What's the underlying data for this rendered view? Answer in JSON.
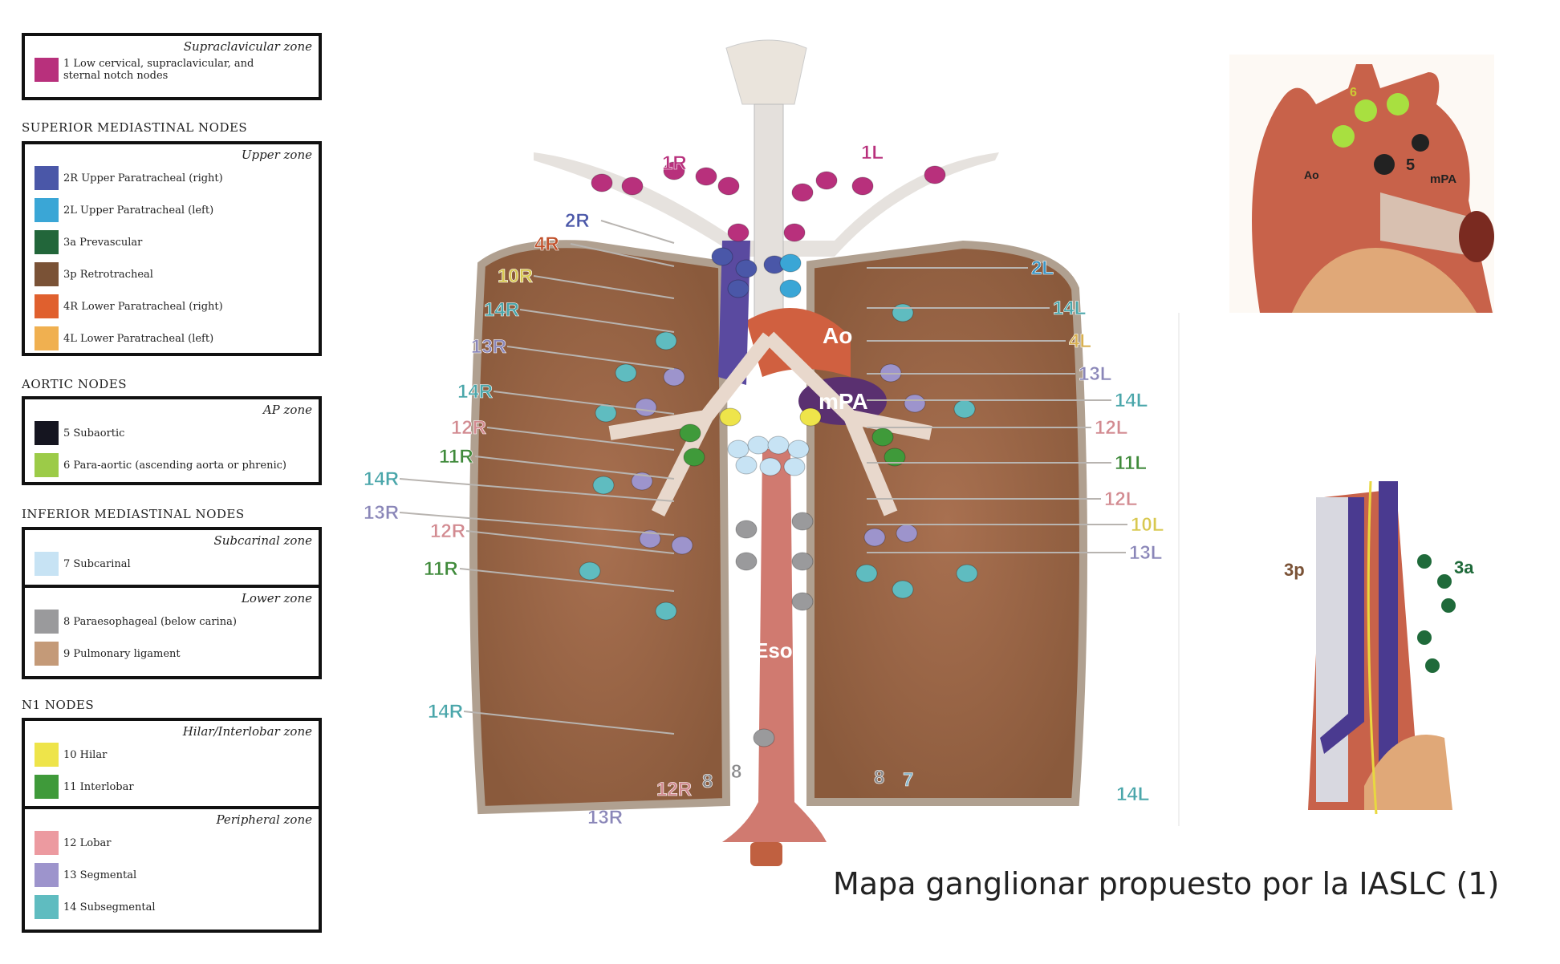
{
  "legend": {
    "supraclavicular": {
      "zone": "Supraclavicular zone",
      "items": [
        {
          "label": "1 Low cervical, supraclavicular, and sternal notch nodes",
          "color": "#b8307c"
        }
      ]
    },
    "superior_title": "SUPERIOR MEDIASTINAL NODES",
    "upper": {
      "zone": "Upper zone",
      "items": [
        {
          "label": "2R Upper Paratracheal (right)",
          "color": "#4a57a8"
        },
        {
          "label": "2L Upper Paratracheal (left)",
          "color": "#3aa6d6"
        },
        {
          "label": "3a Prevascular",
          "color": "#22663a"
        },
        {
          "label": "3p Retrotracheal",
          "color": "#7a5236"
        },
        {
          "label": "4R Lower Paratracheal (right)",
          "color": "#e0602e"
        },
        {
          "label": "4L Lower Paratracheal (left)",
          "color": "#f0b050"
        }
      ]
    },
    "aortic_title": "AORTIC NODES",
    "ap": {
      "zone": "AP zone",
      "items": [
        {
          "label": "5 Subaortic",
          "color": "#151520"
        },
        {
          "label": "6 Para-aortic (ascending aorta or phrenic)",
          "color": "#9ccb48"
        }
      ]
    },
    "inferior_title": "INFERIOR MEDIASTINAL NODES",
    "subcarinal": {
      "zone": "Subcarinal zone",
      "items": [
        {
          "label": "7 Subcarinal",
          "color": "#c7e3f4"
        }
      ]
    },
    "lower": {
      "zone": "Lower zone",
      "items": [
        {
          "label": "8 Paraesophageal (below carina)",
          "color": "#9a9a9c"
        },
        {
          "label": "9 Pulmonary ligament",
          "color": "#c49a78"
        }
      ]
    },
    "n1_title": "N1 NODES",
    "hilar": {
      "zone": "Hilar/Interlobar zone",
      "items": [
        {
          "label": "10 Hilar",
          "color": "#eee44a"
        },
        {
          "label": "11 Interlobar",
          "color": "#3f9a3a"
        }
      ]
    },
    "peripheral": {
      "zone": "Peripheral zone",
      "items": [
        {
          "label": "12 Lobar",
          "color": "#ec9aa0"
        },
        {
          "label": "13 Segmental",
          "color": "#9d94cc"
        },
        {
          "label": "14 Subsegmental",
          "color": "#5fbcc0"
        }
      ]
    }
  },
  "diagram": {
    "structures": {
      "aorta": "Ao",
      "pulmonary_artery": "mPA",
      "esophagus": "Eso"
    },
    "labels": [
      {
        "text": "1R",
        "color": "#b8307c"
      },
      {
        "text": "1L",
        "color": "#b8307c"
      },
      {
        "text": "2R",
        "color": "#4a57a8"
      },
      {
        "text": "4R",
        "color": "#c0502a"
      },
      {
        "text": "10R",
        "color": "#d8c850"
      },
      {
        "text": "14R",
        "color": "#4aa6aa"
      },
      {
        "text": "13R",
        "color": "#8a86b8"
      },
      {
        "text": "14R",
        "color": "#4aa6aa"
      },
      {
        "text": "12R",
        "color": "#d28a90"
      },
      {
        "text": "11R",
        "color": "#3f8a3a"
      },
      {
        "text": "14R",
        "color": "#4aa6aa"
      },
      {
        "text": "13R",
        "color": "#8a86b8"
      },
      {
        "text": "12R",
        "color": "#d28a90"
      },
      {
        "text": "11R",
        "color": "#3f8a3a"
      },
      {
        "text": "14R",
        "color": "#4aa6aa"
      },
      {
        "text": "13R",
        "color": "#8a86b8"
      },
      {
        "text": "12R",
        "color": "#d28a90"
      },
      {
        "text": "8",
        "color": "#8a8a8c"
      },
      {
        "text": "8",
        "color": "#8a8a8c"
      },
      {
        "text": "8",
        "color": "#8a8a8c"
      },
      {
        "text": "7",
        "color": "#8ab8cc"
      },
      {
        "text": "14L",
        "color": "#4aa6aa"
      },
      {
        "text": "2L",
        "color": "#3a96c6"
      },
      {
        "text": "14L",
        "color": "#4aa6aa"
      },
      {
        "text": "4L",
        "color": "#d8b050"
      },
      {
        "text": "13L",
        "color": "#8a86b8"
      },
      {
        "text": "14L",
        "color": "#4aa6aa"
      },
      {
        "text": "12L",
        "color": "#d28a90"
      },
      {
        "text": "11L",
        "color": "#3f8a3a"
      },
      {
        "text": "12L",
        "color": "#d28a90"
      },
      {
        "text": "10L",
        "color": "#d8c850"
      },
      {
        "text": "13L",
        "color": "#8a86b8"
      }
    ]
  },
  "heart_inset": {
    "labels": [
      "6",
      "Ao",
      "5",
      "mPA"
    ]
  },
  "trachea_inset": {
    "labels": [
      "3p",
      "3a"
    ]
  },
  "caption": "Mapa ganglionar propuesto por la IASLC (1)"
}
